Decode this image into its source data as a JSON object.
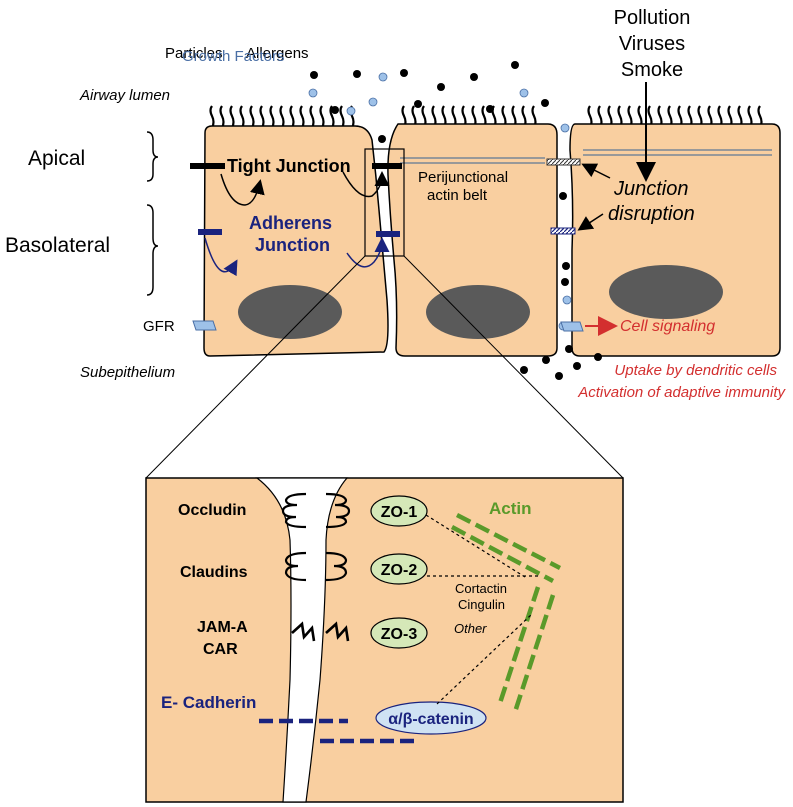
{
  "colors": {
    "cell": "#f9cfa0",
    "nucleus": "#5a5a5a",
    "junction_blue": "#1a237e",
    "signal_red": "#d32f2f",
    "actin_green": "#5a9a2a",
    "zo_fill": "#d5e8b8",
    "catenin_fill": "#cfe2f3",
    "growth_factor_blue": "#4a6fa5",
    "particle_light_blue": "#9ec1e8"
  },
  "top": {
    "particles": "Particles",
    "allergens": "Allergens",
    "growth_factors": "Growth Factors",
    "pollution": "Pollution",
    "viruses": "Viruses",
    "smoke": "Smoke",
    "airway_lumen": "Airway lumen",
    "apical": "Apical",
    "basolateral": "Basolateral",
    "tight_junction": "Tight Junction",
    "adherens_line1": "Adherens",
    "adherens_line2": "Junction",
    "perijunctional_line1": "Perijunctional",
    "perijunctional_line2": "actin belt",
    "junction_line1": "Junction",
    "junction_line2": "disruption",
    "gfr": "GFR",
    "cell_signaling": "Cell signaling",
    "subepithelium": "Subepithelium",
    "uptake": "Uptake by dendritic cells",
    "activation": "Activation of adaptive immunity"
  },
  "inset": {
    "occludin": "Occludin",
    "claudins": "Claudins",
    "jam_line1": "JAM-A",
    "jam_line2": "CAR",
    "e_cadherin": "E- Cadherin",
    "zo1": "ZO-1",
    "zo2": "ZO-2",
    "zo3": "ZO-3",
    "catenin": "α/β-catenin",
    "actin": "Actin",
    "cortactin": "Cortactin",
    "cingulin": "Cingulin",
    "other": "Other"
  }
}
